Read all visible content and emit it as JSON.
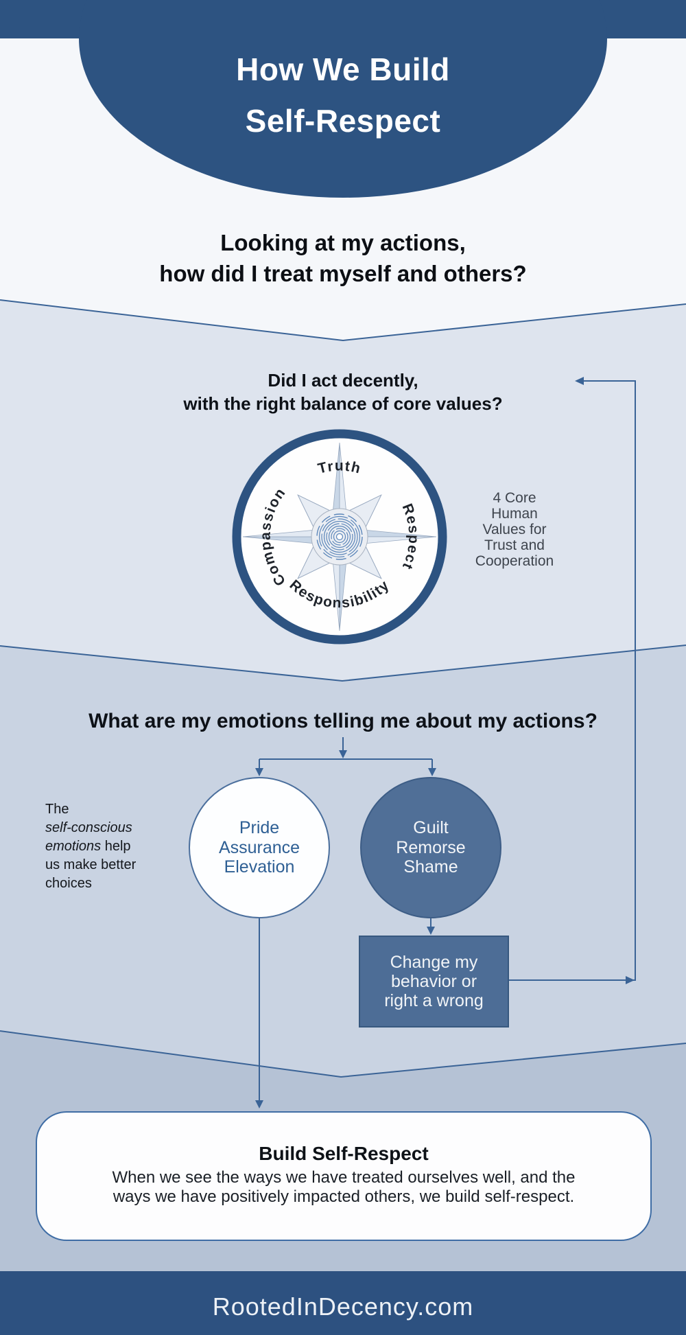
{
  "colors": {
    "dark_blue": "#2d5381",
    "section1_bg": "#f5f7fa",
    "section2_bg": "#dee4ee",
    "section3_bg": "#c9d3e2",
    "section4_bg": "#b5c2d5",
    "connector_line_blue": "#3a6396",
    "node_fill_blue": "#4f6f98",
    "pride_text_blue": "#2e5f94",
    "footer_bg": "#2d5180"
  },
  "header": {
    "title_line1": "How We Build",
    "title_line2": "Self-Respect"
  },
  "intro_question": {
    "line1": "Looking at my actions,",
    "line2": "how did I treat myself and others?"
  },
  "values_section": {
    "question_line1": "Did I act decently,",
    "question_line2": "with the right balance of core values?",
    "compass_labels": {
      "top": "Truth",
      "right": "Respect",
      "bottom": "Responsibility",
      "left": "Compassion"
    },
    "caption_lines": [
      "4 Core",
      "Human",
      "Values for",
      "Trust and",
      "Cooperation"
    ]
  },
  "emotions_section": {
    "question": "What are my emotions telling me about my actions?",
    "side_note": {
      "line1": "The",
      "line2_italic": "self-conscious",
      "line3_italic": "emotions",
      "line3_regular": "help",
      "line4": "us make better",
      "line5": "choices"
    },
    "positive_circle": [
      "Pride",
      "Assurance",
      "Elevation"
    ],
    "negative_circle": [
      "Guilt",
      "Remorse",
      "Shame"
    ],
    "action_box": [
      "Change my",
      "behavior or",
      "right a wrong"
    ]
  },
  "result_section": {
    "title": "Build Self-Respect",
    "body_line1": "When we see the ways we have treated ourselves well, and the",
    "body_line2": "ways we have positively impacted others, we build self-respect."
  },
  "footer": {
    "site": "RootedInDecency.com"
  }
}
